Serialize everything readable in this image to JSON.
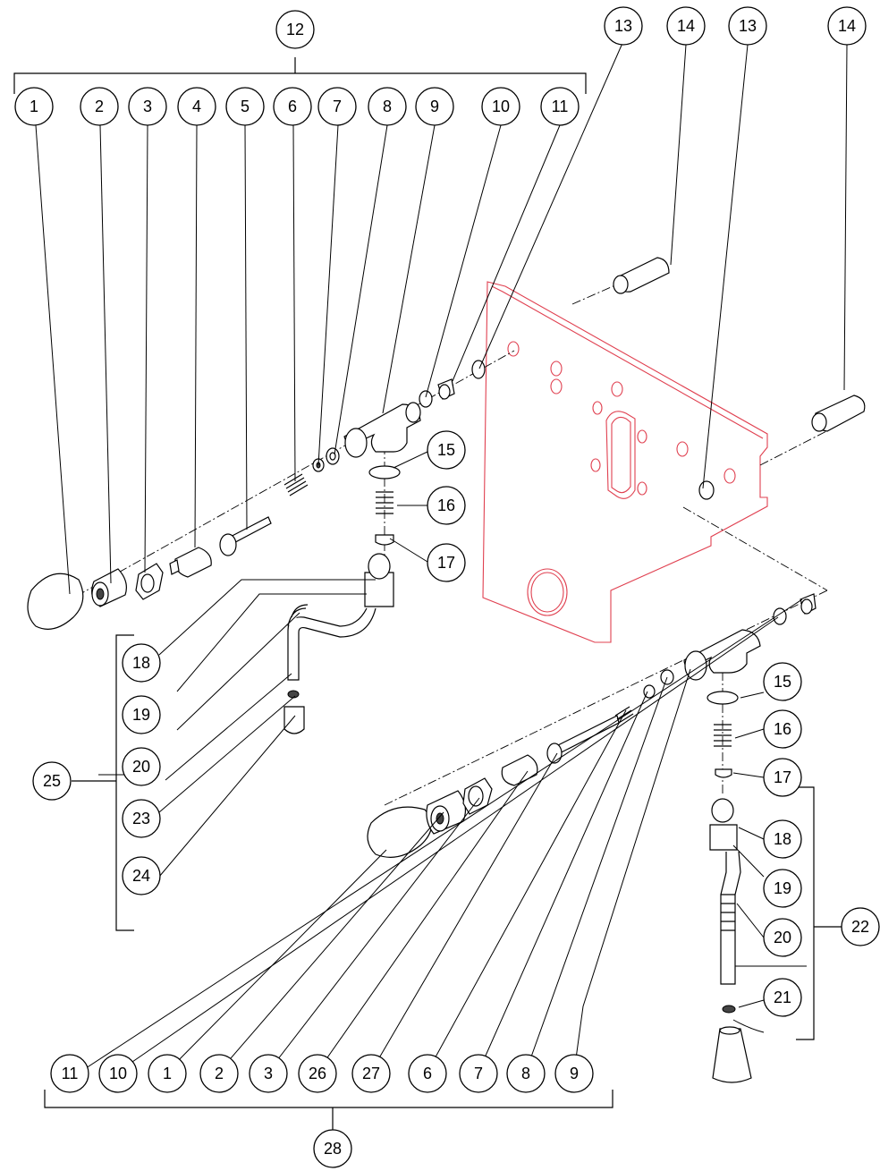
{
  "callouts": {
    "b12": "12",
    "b1": "1",
    "b2": "2",
    "b3": "3",
    "b4": "4",
    "b5": "5",
    "b6": "6",
    "b7": "7",
    "b8": "8",
    "b9": "9",
    "b10": "10",
    "b11": "11",
    "b13a": "13",
    "b14a": "14",
    "b13b": "13",
    "b14b": "14",
    "b15a": "15",
    "b16a": "16",
    "b17a": "17",
    "b18a": "18",
    "b19a": "19",
    "b20a": "20",
    "b23": "23",
    "b24": "24",
    "b25": "25",
    "b15b": "15",
    "b16b": "16",
    "b17b": "17",
    "b18b": "18",
    "b19b": "19",
    "b20b": "20",
    "b21": "21",
    "b22": "22",
    "c11": "11",
    "c10": "10",
    "c1": "1",
    "c2": "2",
    "c3": "3",
    "c26": "26",
    "c27": "27",
    "c6": "6",
    "c7": "7",
    "c8": "8",
    "c9": "9",
    "b28": "28"
  },
  "colors": {
    "plate": "#e04050",
    "ink": "#000000"
  }
}
